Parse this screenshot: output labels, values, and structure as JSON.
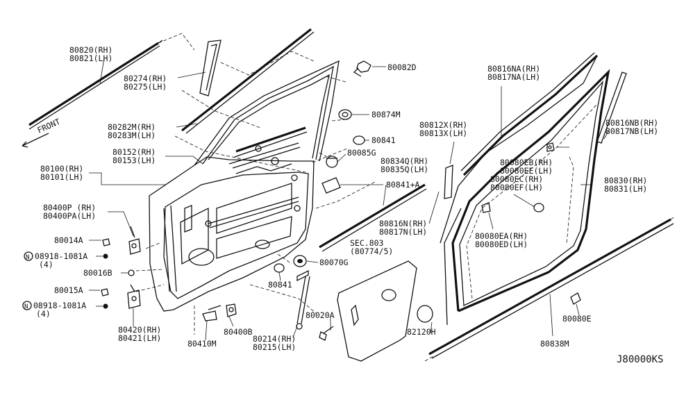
{
  "labels": {
    "p80820": "80820(RH)",
    "p80821": "80821(LH)",
    "front": "FRONT",
    "p80274": "80274(RH)",
    "p80275": "80275(LH)",
    "p80082d": "80082D",
    "p80874m": "80874M",
    "p80282m": "80282M(RH)",
    "p80283m": "80283M(LH)",
    "p80841a": "80841",
    "p80152": "80152(RH)",
    "p80153": "80153(LH)",
    "p80085g": "80085G",
    "p80100": "80100(RH)",
    "p80101": "80101(LH)",
    "p80834q": "80834Q(RH)",
    "p80835q": "80835Q(LH)",
    "p80841pa": "80841+A",
    "p80400p": "80400P (RH)",
    "p80400pa": "80400PA(LH)",
    "p80014a": "80014A",
    "n08918a": "08918-1081A",
    "n08918a_qty": "(4)",
    "p80016b": "80016B",
    "p80015a": "80015A",
    "n08918b": "08918-1081A",
    "n08918b_qty": "(4)",
    "p80420": "80420(RH)",
    "p80421": "80421(LH)",
    "p80410m": "80410M",
    "p80400b": "80400B",
    "p80070g": "80070G",
    "p80841b": "80841",
    "p80214": "80214(RH)",
    "p80215": "80215(LH)",
    "p80020a": "80020A",
    "sec803": "SEC.803",
    "sec803_sub": "(80774/5)",
    "p82120h": "82120H",
    "p80816n": "80816N(RH)",
    "p80817n": "80817N(LH)",
    "p80812x": "80812X(RH)",
    "p80813x": "80813X(LH)",
    "p80816na": "80816NA(RH)",
    "p80817na": "80817NA(LH)",
    "p80080eb": "80080EB(RH)",
    "p80080ee": "80080EE(LH)",
    "p80080ec": "80080EC(RH)",
    "p80080ef": "80080EF(LH)",
    "p80080ea": "80080EA(RH)",
    "p80080ed": "80080ED(LH)",
    "p80816nb": "80816NB(RH)",
    "p80817nb": "80817NB(LH)",
    "p80830": "80830(RH)",
    "p80831": "80831(LH)",
    "p80080e": "80080E",
    "p80838m": "80838M",
    "diagram_code": "J80000KS",
    "n_symbol": "N"
  }
}
